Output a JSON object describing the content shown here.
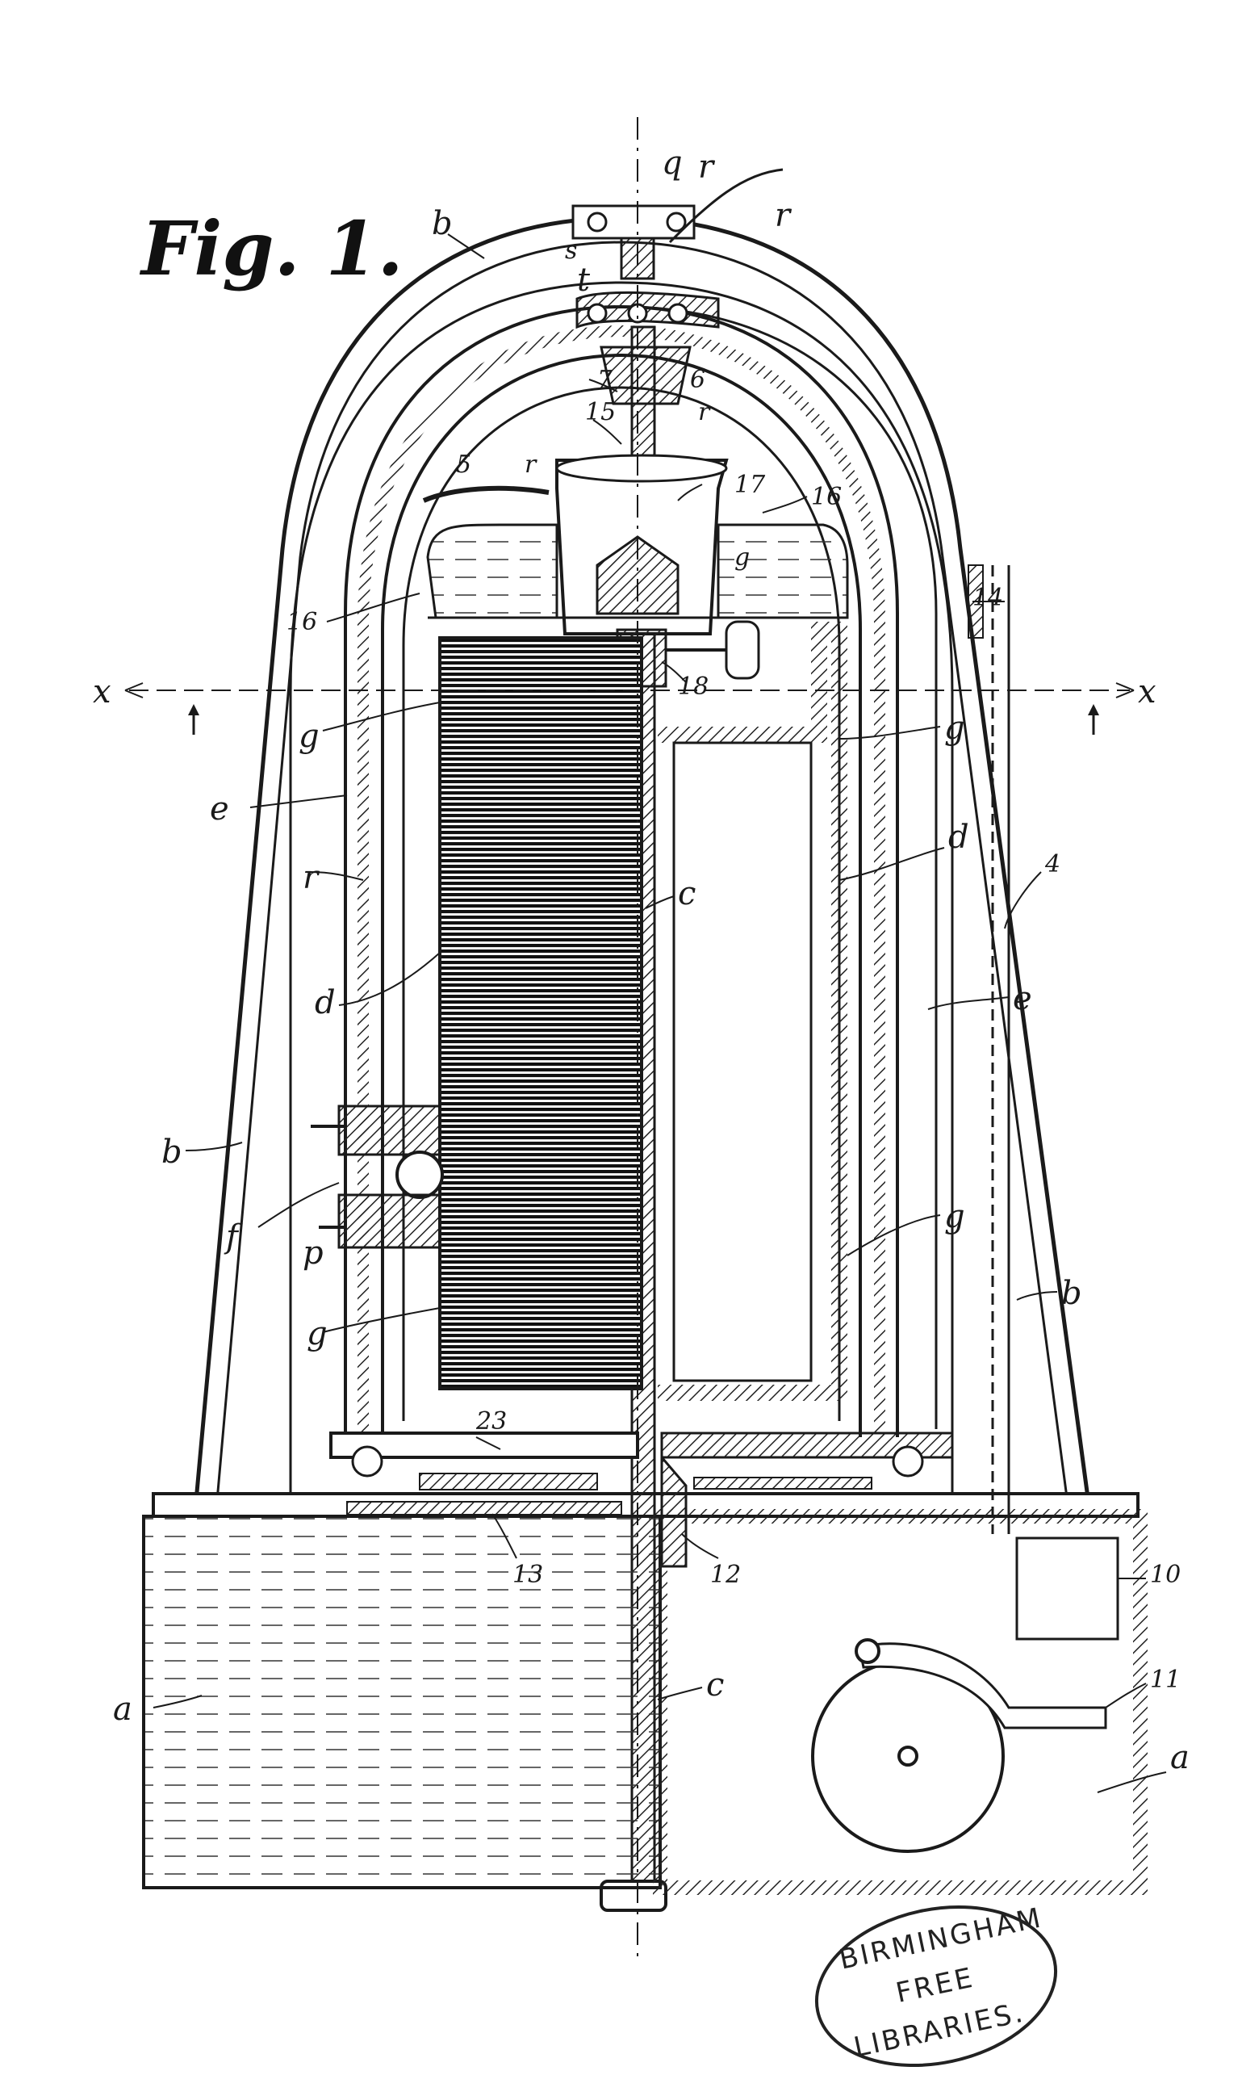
{
  "figure": {
    "title": "Fig. 1.",
    "section_marker": "x"
  },
  "labels": {
    "a_left": "a",
    "a_right": "a",
    "b_top": "b",
    "b_left": "b",
    "b_right": "b",
    "c_upper": "c",
    "c_lower": "c",
    "d_left": "d",
    "d_right": "d",
    "e_left": "e",
    "e_right": "e",
    "f": "f",
    "p": "p",
    "g_upper_left": "g",
    "g_upper_right": "g",
    "g_mid_right": "g",
    "g_lower_left": "g",
    "g_inner": "g",
    "q": "q",
    "r_top": "r",
    "r_top2": "r",
    "r_left": "r",
    "r_inner": "r",
    "r_bracket": "r",
    "s": "s",
    "t": "t",
    "n4": "4",
    "n5": "5",
    "n6": "6",
    "n7": "7",
    "n10": "10",
    "n11": "11",
    "n12": "12",
    "n13": "13",
    "n14": "14",
    "n15": "15",
    "n16_left": "16",
    "n16_right": "16",
    "n17": "17",
    "n18": "18",
    "n23": "23"
  },
  "stamp": {
    "line1": "BIRMINGHAM",
    "line2": "FREE",
    "line3": "LIBRARIES."
  }
}
